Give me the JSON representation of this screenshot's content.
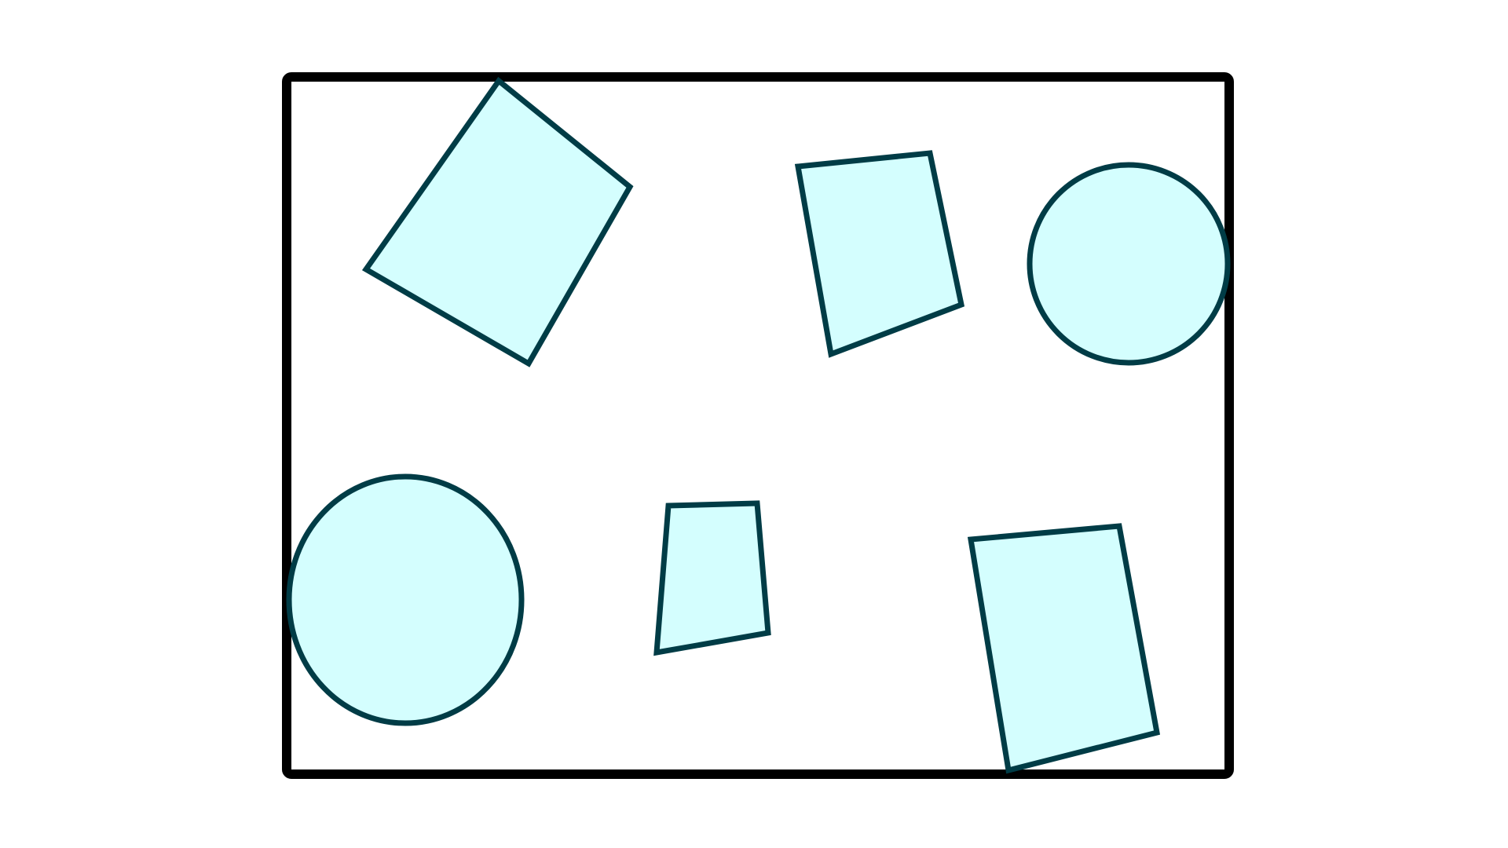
{
  "colors": {
    "background": "#ffffff",
    "frame_stroke": "#000000",
    "shape_fill": "#d4fefe",
    "shape_stroke": "#003c46"
  },
  "shapes": [
    {
      "name": "quad-top-left",
      "kind": "quadrilateral"
    },
    {
      "name": "quad-top-middle",
      "kind": "quadrilateral"
    },
    {
      "name": "circle-top-right",
      "kind": "circle"
    },
    {
      "name": "circle-bottom-left",
      "kind": "circle"
    },
    {
      "name": "quad-bottom-middle",
      "kind": "quadrilateral"
    },
    {
      "name": "quad-bottom-right",
      "kind": "quadrilateral"
    }
  ]
}
